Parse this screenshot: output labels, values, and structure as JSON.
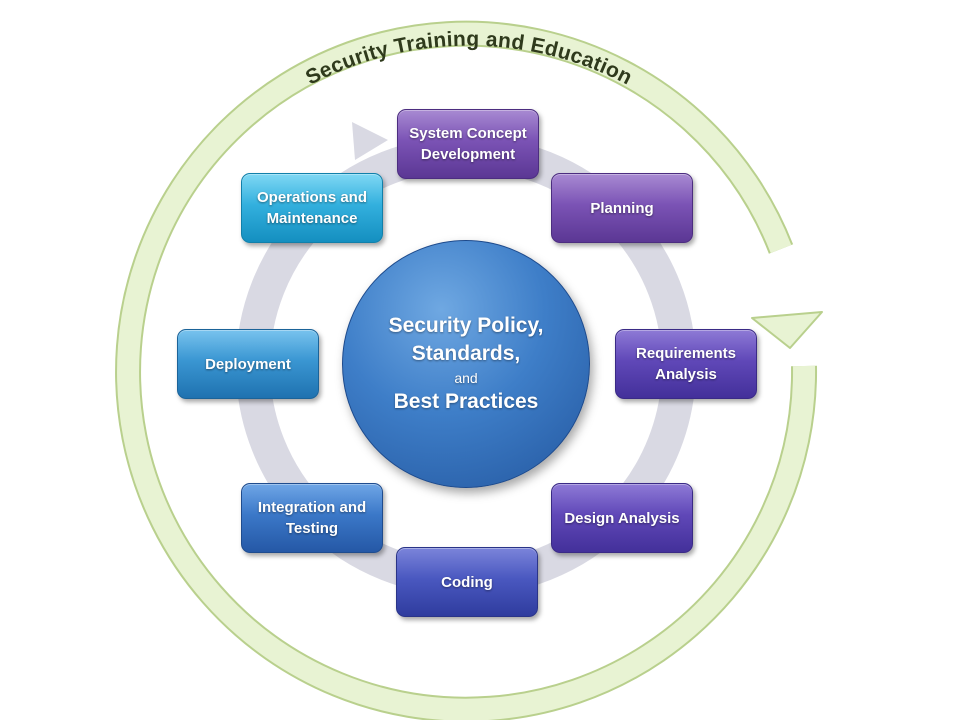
{
  "outer_cycle": {
    "label": "Security Training and Education",
    "color": "#e4f0cc",
    "stroke": "#b9d08d"
  },
  "center": {
    "line1": "Security Policy,",
    "line2": "Standards,",
    "line3": "and",
    "line4": "Best Practices"
  },
  "steps": [
    {
      "label": "System Concept\nDevelopment",
      "color": "purple"
    },
    {
      "label": "Planning",
      "color": "purple"
    },
    {
      "label": "Requirements\nAnalysis",
      "color": "violet"
    },
    {
      "label": "Design Analysis",
      "color": "violet"
    },
    {
      "label": "Coding",
      "color": "indigo"
    },
    {
      "label": "Integration and\nTesting",
      "color": "blue"
    },
    {
      "label": "Deployment",
      "color": "sky"
    },
    {
      "label": "Operations and\nMaintenance",
      "color": "cyan"
    }
  ]
}
